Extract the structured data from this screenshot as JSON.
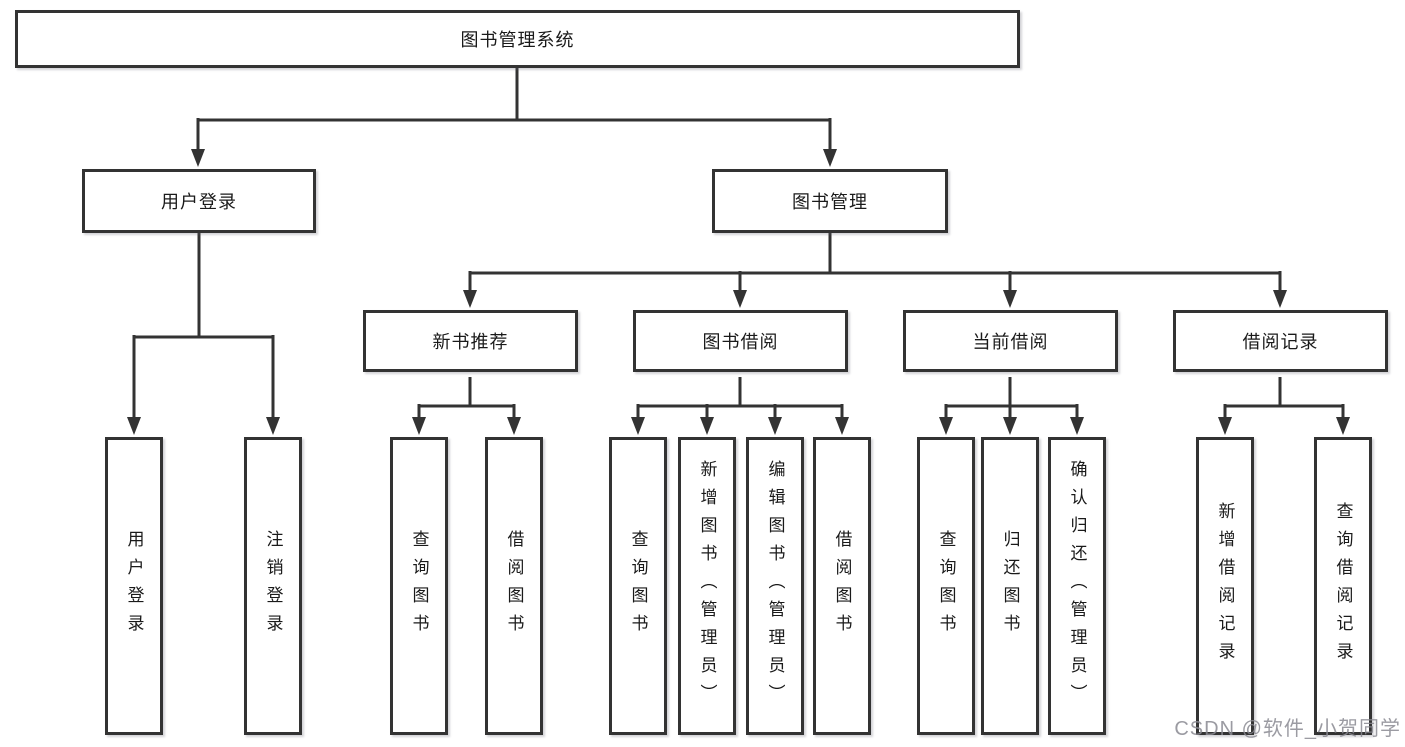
{
  "tree": {
    "root": {
      "label": "图书管理系统"
    },
    "children": [
      {
        "label": "用户登录",
        "children": [
          {
            "label": "用户登录"
          },
          {
            "label": "注销登录"
          }
        ]
      },
      {
        "label": "图书管理",
        "children": [
          {
            "label": "新书推荐",
            "children": [
              {
                "label": "查询图书"
              },
              {
                "label": "借阅图书"
              }
            ]
          },
          {
            "label": "图书借阅",
            "children": [
              {
                "label": "查询图书"
              },
              {
                "label": "新增图书（管理员）"
              },
              {
                "label": "编辑图书（管理员）"
              },
              {
                "label": "借阅图书"
              }
            ]
          },
          {
            "label": "当前借阅",
            "children": [
              {
                "label": "查询图书"
              },
              {
                "label": "归还图书"
              },
              {
                "label": "确认归还（管理员）"
              }
            ]
          },
          {
            "label": "借阅记录",
            "children": [
              {
                "label": "新增借阅记录"
              },
              {
                "label": "查询借阅记录"
              }
            ]
          }
        ]
      }
    ]
  },
  "watermark": {
    "text": "CSDN @软件_小贺同学"
  },
  "colors": {
    "line": "#333333",
    "box_fill": "#ffffff",
    "text": "#1a1a1a",
    "watermark": "#8a8a92"
  }
}
